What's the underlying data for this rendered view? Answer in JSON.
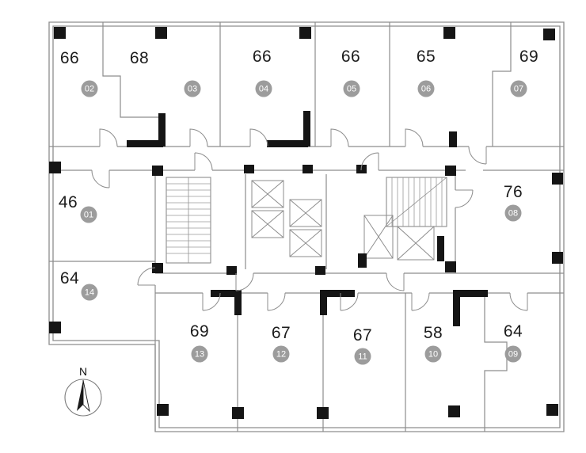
{
  "plan": {
    "compass_label": "N",
    "rooms": [
      {
        "unit": "01",
        "area": "46"
      },
      {
        "unit": "02",
        "area": "66"
      },
      {
        "unit": "03",
        "area": "68"
      },
      {
        "unit": "04",
        "area": "66"
      },
      {
        "unit": "05",
        "area": "66"
      },
      {
        "unit": "06",
        "area": "65"
      },
      {
        "unit": "07",
        "area": "69"
      },
      {
        "unit": "08",
        "area": "76"
      },
      {
        "unit": "09",
        "area": "64"
      },
      {
        "unit": "10",
        "area": "58"
      },
      {
        "unit": "11",
        "area": "67"
      },
      {
        "unit": "12",
        "area": "67"
      },
      {
        "unit": "13",
        "area": "69"
      },
      {
        "unit": "14",
        "area": "64"
      }
    ]
  },
  "colors": {
    "wall": "#8d8d8d",
    "structure": "#151515",
    "badge_background": "#9c9c9c"
  }
}
